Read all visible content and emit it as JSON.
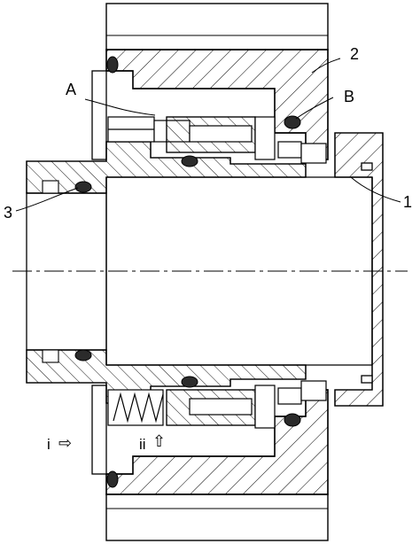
{
  "labels": {
    "part_1": "1",
    "part_2": "2",
    "part_3": "3",
    "point_a": "A",
    "point_b": "B",
    "flow_i": "i",
    "flow_ii": "ii"
  },
  "icons": {
    "right_arrow": "outline-right-arrow",
    "up_arrow": "outline-up-arrow"
  },
  "colors": {
    "line": "#000000",
    "hatch": "#000000",
    "oring": "#2b2b2b",
    "background": "#ffffff"
  }
}
